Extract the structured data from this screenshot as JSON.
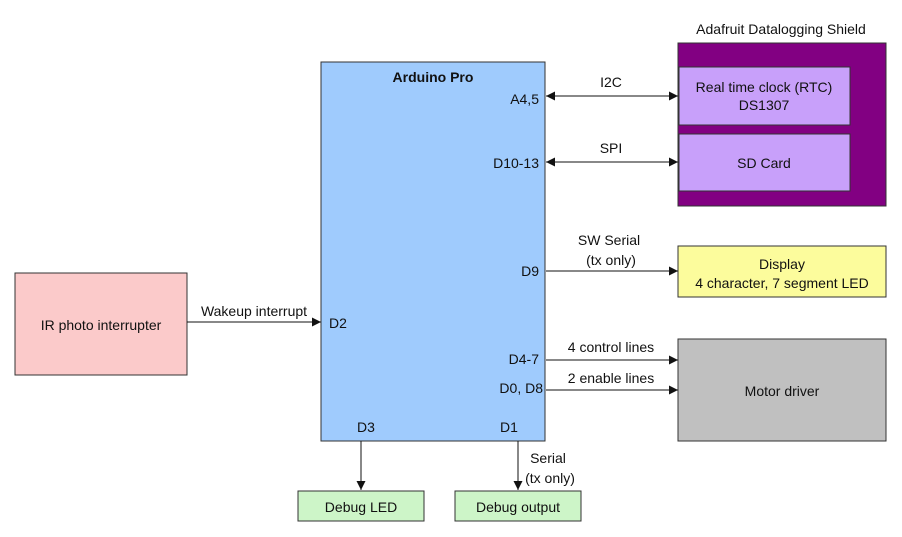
{
  "colors": {
    "arduino": "#9fcbfd",
    "ir": "#fbcaca",
    "shield": "#820082",
    "shield_module": "#c8a0fa",
    "display": "#fcfc9c",
    "motor": "#c0c0c0",
    "debug": "#cdf5c8"
  },
  "arduino": {
    "title": "Arduino Pro",
    "pins": {
      "a45": "A4,5",
      "d1013": "D10-13",
      "d9": "D9",
      "d2": "D2",
      "d47": "D4-7",
      "d0d8": "D0, D8",
      "d3": "D3",
      "d1": "D1"
    }
  },
  "shield": {
    "title": "Adafruit Datalogging Shield",
    "rtc_line1": "Real time clock (RTC)",
    "rtc_line2": "DS1307",
    "sd": "SD Card"
  },
  "ir": {
    "label": "IR photo interrupter"
  },
  "display": {
    "line1": "Display",
    "line2": "4 character, 7 segment LED"
  },
  "motor": {
    "label": "Motor driver"
  },
  "debug_led": {
    "label": "Debug LED"
  },
  "debug_output": {
    "label": "Debug output"
  },
  "connections": {
    "i2c": "I2C",
    "spi": "SPI",
    "sw_serial_1": "SW Serial",
    "sw_serial_2": "(tx only)",
    "wakeup": "Wakeup interrupt",
    "control": "4 control lines",
    "enable": "2 enable lines",
    "serial_1": "Serial",
    "serial_2": "(tx only)"
  }
}
